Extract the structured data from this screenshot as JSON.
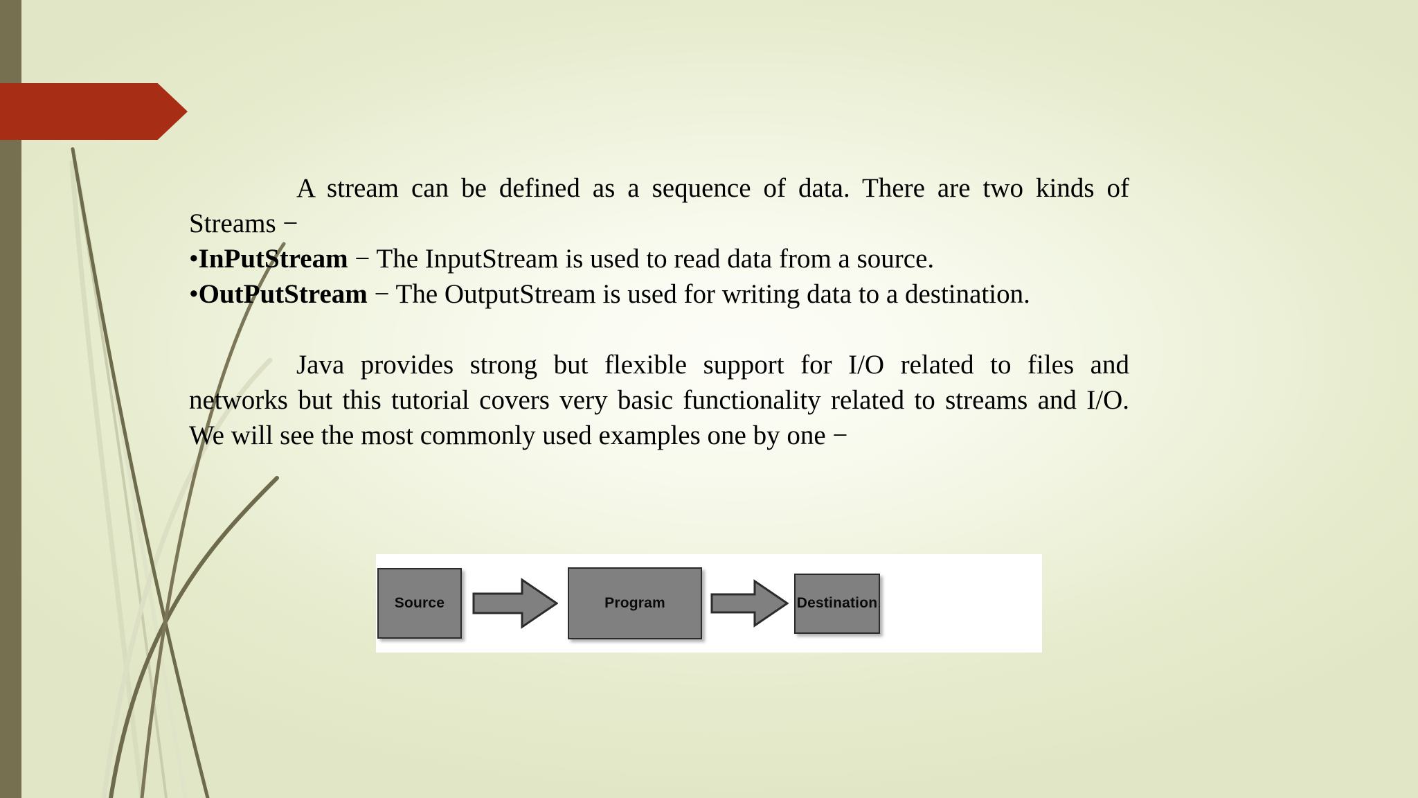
{
  "slide": {
    "background_color": "#E1E7C6",
    "accent_bar_color": "#767051",
    "banner_color": "#A82D15",
    "text_color": "#000000"
  },
  "content": {
    "paragraph1": {
      "lead": "A stream can be defined as a sequence of data. There are two kinds of Streams −"
    },
    "bullets": [
      {
        "marker": "•",
        "term": "InPutStream",
        "separator": " − ",
        "description": "The InputStream is used to read data from a source."
      },
      {
        "marker": "•",
        "term": "OutPutStream",
        "separator": " − ",
        "description": "The OutputStream is used for writing data to a destination."
      }
    ],
    "paragraph2": "Java provides strong but flexible support for I/O related to files and networks but this tutorial covers very basic functionality related to streams and I/O. We will see the most commonly used examples one by one −"
  },
  "diagram": {
    "type": "flow",
    "box_fill": "#808080",
    "box_border": "#2B2B2B",
    "canvas_color": "#FFFFFF",
    "nodes": [
      {
        "label": "Source"
      },
      {
        "label": "Program"
      },
      {
        "label": "Destination"
      }
    ],
    "connectors": [
      {
        "icon": "right-arrow-icon",
        "from": "Source",
        "to": "Program"
      },
      {
        "icon": "right-arrow-icon",
        "from": "Program",
        "to": "Destination"
      }
    ]
  }
}
